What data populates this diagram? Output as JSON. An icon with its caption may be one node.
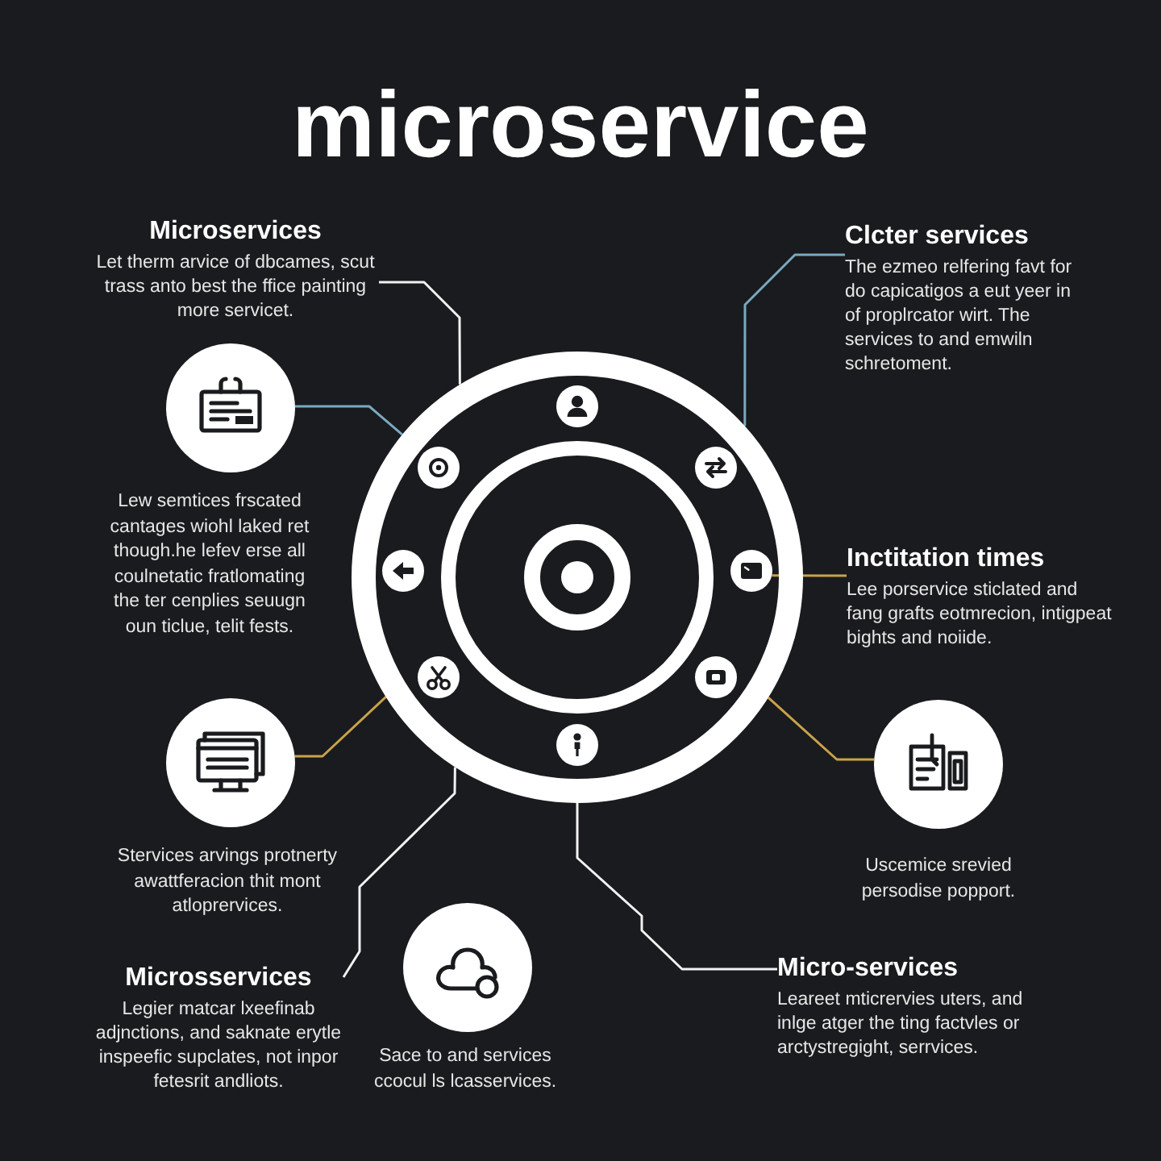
{
  "diagram": {
    "title": "microservice",
    "nodes": [
      {
        "text": [
          "Microservices",
          "Let therm arvice of dbcames, scut trass anto best the ffice painting more servicet."
        ]
      },
      {
        "text": [
          "Clcter services",
          "The ezmeo relfering favt for do capicatigos a eut yeer in of proplrcator wirt. The services to and emwiln schretoment."
        ]
      },
      {
        "text": [],
        "shape": "circle",
        "beside": [
          "Lew semtices frscated cantages wiohl laked ret though.he lefev erse all coulnetatic fratlomating the ter cenplies seuugn oun ticlue, telit fests."
        ]
      },
      {
        "text": [],
        "shape": "circle"
      },
      {
        "text": [],
        "shape": "circle",
        "in": 3
      },
      {
        "text": [
          "Inctitation times",
          "Lee porservice sticlated and fang grafts eotmrecion, intigpeat bights and noiide."
        ]
      },
      {
        "text": [],
        "shape": "circle",
        "beside": [
          "Stervices arvings protnerty awattferacion thit mont atloprervices."
        ]
      },
      {
        "text": [],
        "shape": "circle",
        "beside": [
          "Uscemice srevied persodise popport."
        ]
      },
      {
        "text": [
          "Microsservices",
          "Legier matcar lxeefinab adjnctions, and saknate erytle inspeefic supclates, not inpor fetesrit andliots."
        ]
      },
      {
        "text": [],
        "shape": "circle",
        "beside": [
          "Sace to and services ccocul ls lcasservices."
        ]
      },
      {
        "text": [
          "Micro-services",
          "Leareet mticrervies uters, and inlge atger the ting factvles or arctystregight, serrvices."
        ]
      }
    ],
    "edges": [
      {
        "from": 0,
        "to": 3,
        "arrow": "none"
      },
      {
        "from": 1,
        "to": 3,
        "arrow": "none",
        "color": "#79aac0"
      },
      {
        "from": 2,
        "to": 3,
        "arrow": "none",
        "color": "#79aac0"
      },
      {
        "from": 5,
        "to": 4,
        "arrow": "none",
        "color": "#c9a24a"
      },
      {
        "from": 6,
        "to": 3,
        "arrow": "none",
        "color": "#c9a24a"
      },
      {
        "from": 7,
        "to": 3,
        "arrow": "none",
        "color": "#c9a24a"
      },
      {
        "from": 8,
        "to": 3,
        "arrow": "none"
      },
      {
        "from": 10,
        "to": 3,
        "arrow": "none"
      }
    ]
  }
}
